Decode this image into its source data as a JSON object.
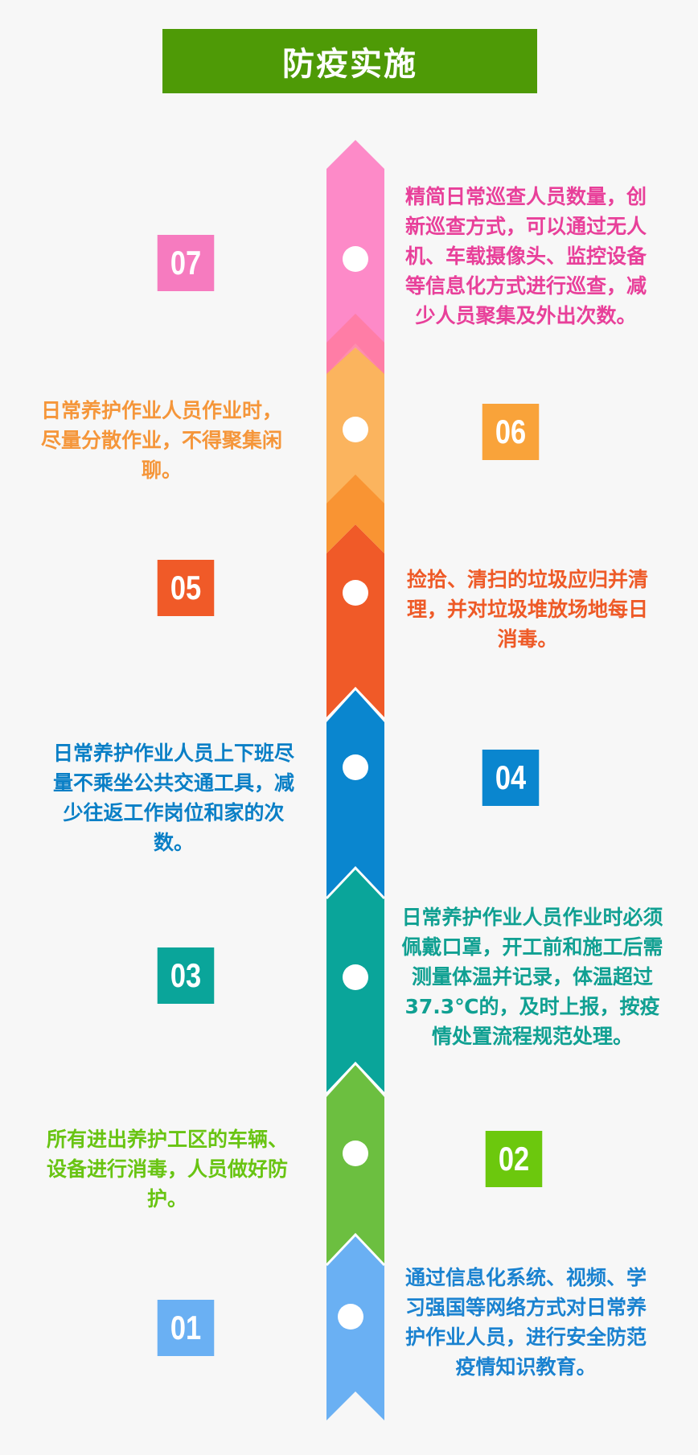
{
  "title": "防疫实施",
  "colors": {
    "header": "#4e9a06",
    "background": "#f7f7f7"
  },
  "steps": [
    {
      "number": "01",
      "color": "#6ab0f3",
      "side": "right",
      "text": "通过信息化系统、视频、学习强国等网络方式对日常养护作业人员，进行安全防范疫情知识教育。"
    },
    {
      "number": "02",
      "color": "#6cc80d",
      "side": "left",
      "text": "所有进出养护工区的车辆、设备进行消毒，人员做好防护。"
    },
    {
      "number": "03",
      "color": "#0aa59a",
      "side": "right",
      "text": "日常养护作业人员作业时必须佩戴口罩，开工前和施工后需测量体温并记录，体温超过37.3℃的，及时上报，按疫情处置流程规范处理。"
    },
    {
      "number": "04",
      "color": "#0a86cf",
      "side": "left",
      "text": "日常养护作业人员上下班尽量不乘坐公共交通工具，减少往返工作岗位和家的次数。"
    },
    {
      "number": "05",
      "color": "#f05a28",
      "side": "right",
      "text": "捡拾、清扫的垃圾应归并清理，并对垃圾堆放场地每日消毒。"
    },
    {
      "number": "06",
      "color": "#f9a33a",
      "side": "left",
      "text": "日常养护作业人员作业时，尽量分散作业，不得聚集闲聊。"
    },
    {
      "number": "07",
      "color": "#f67bbf",
      "side": "right",
      "text": "精简日常巡查人员数量，创新巡查方式，可以通过无人机、车载摄像头、监控设备等信息化方式进行巡查，减少人员聚集及外出次数。"
    }
  ]
}
